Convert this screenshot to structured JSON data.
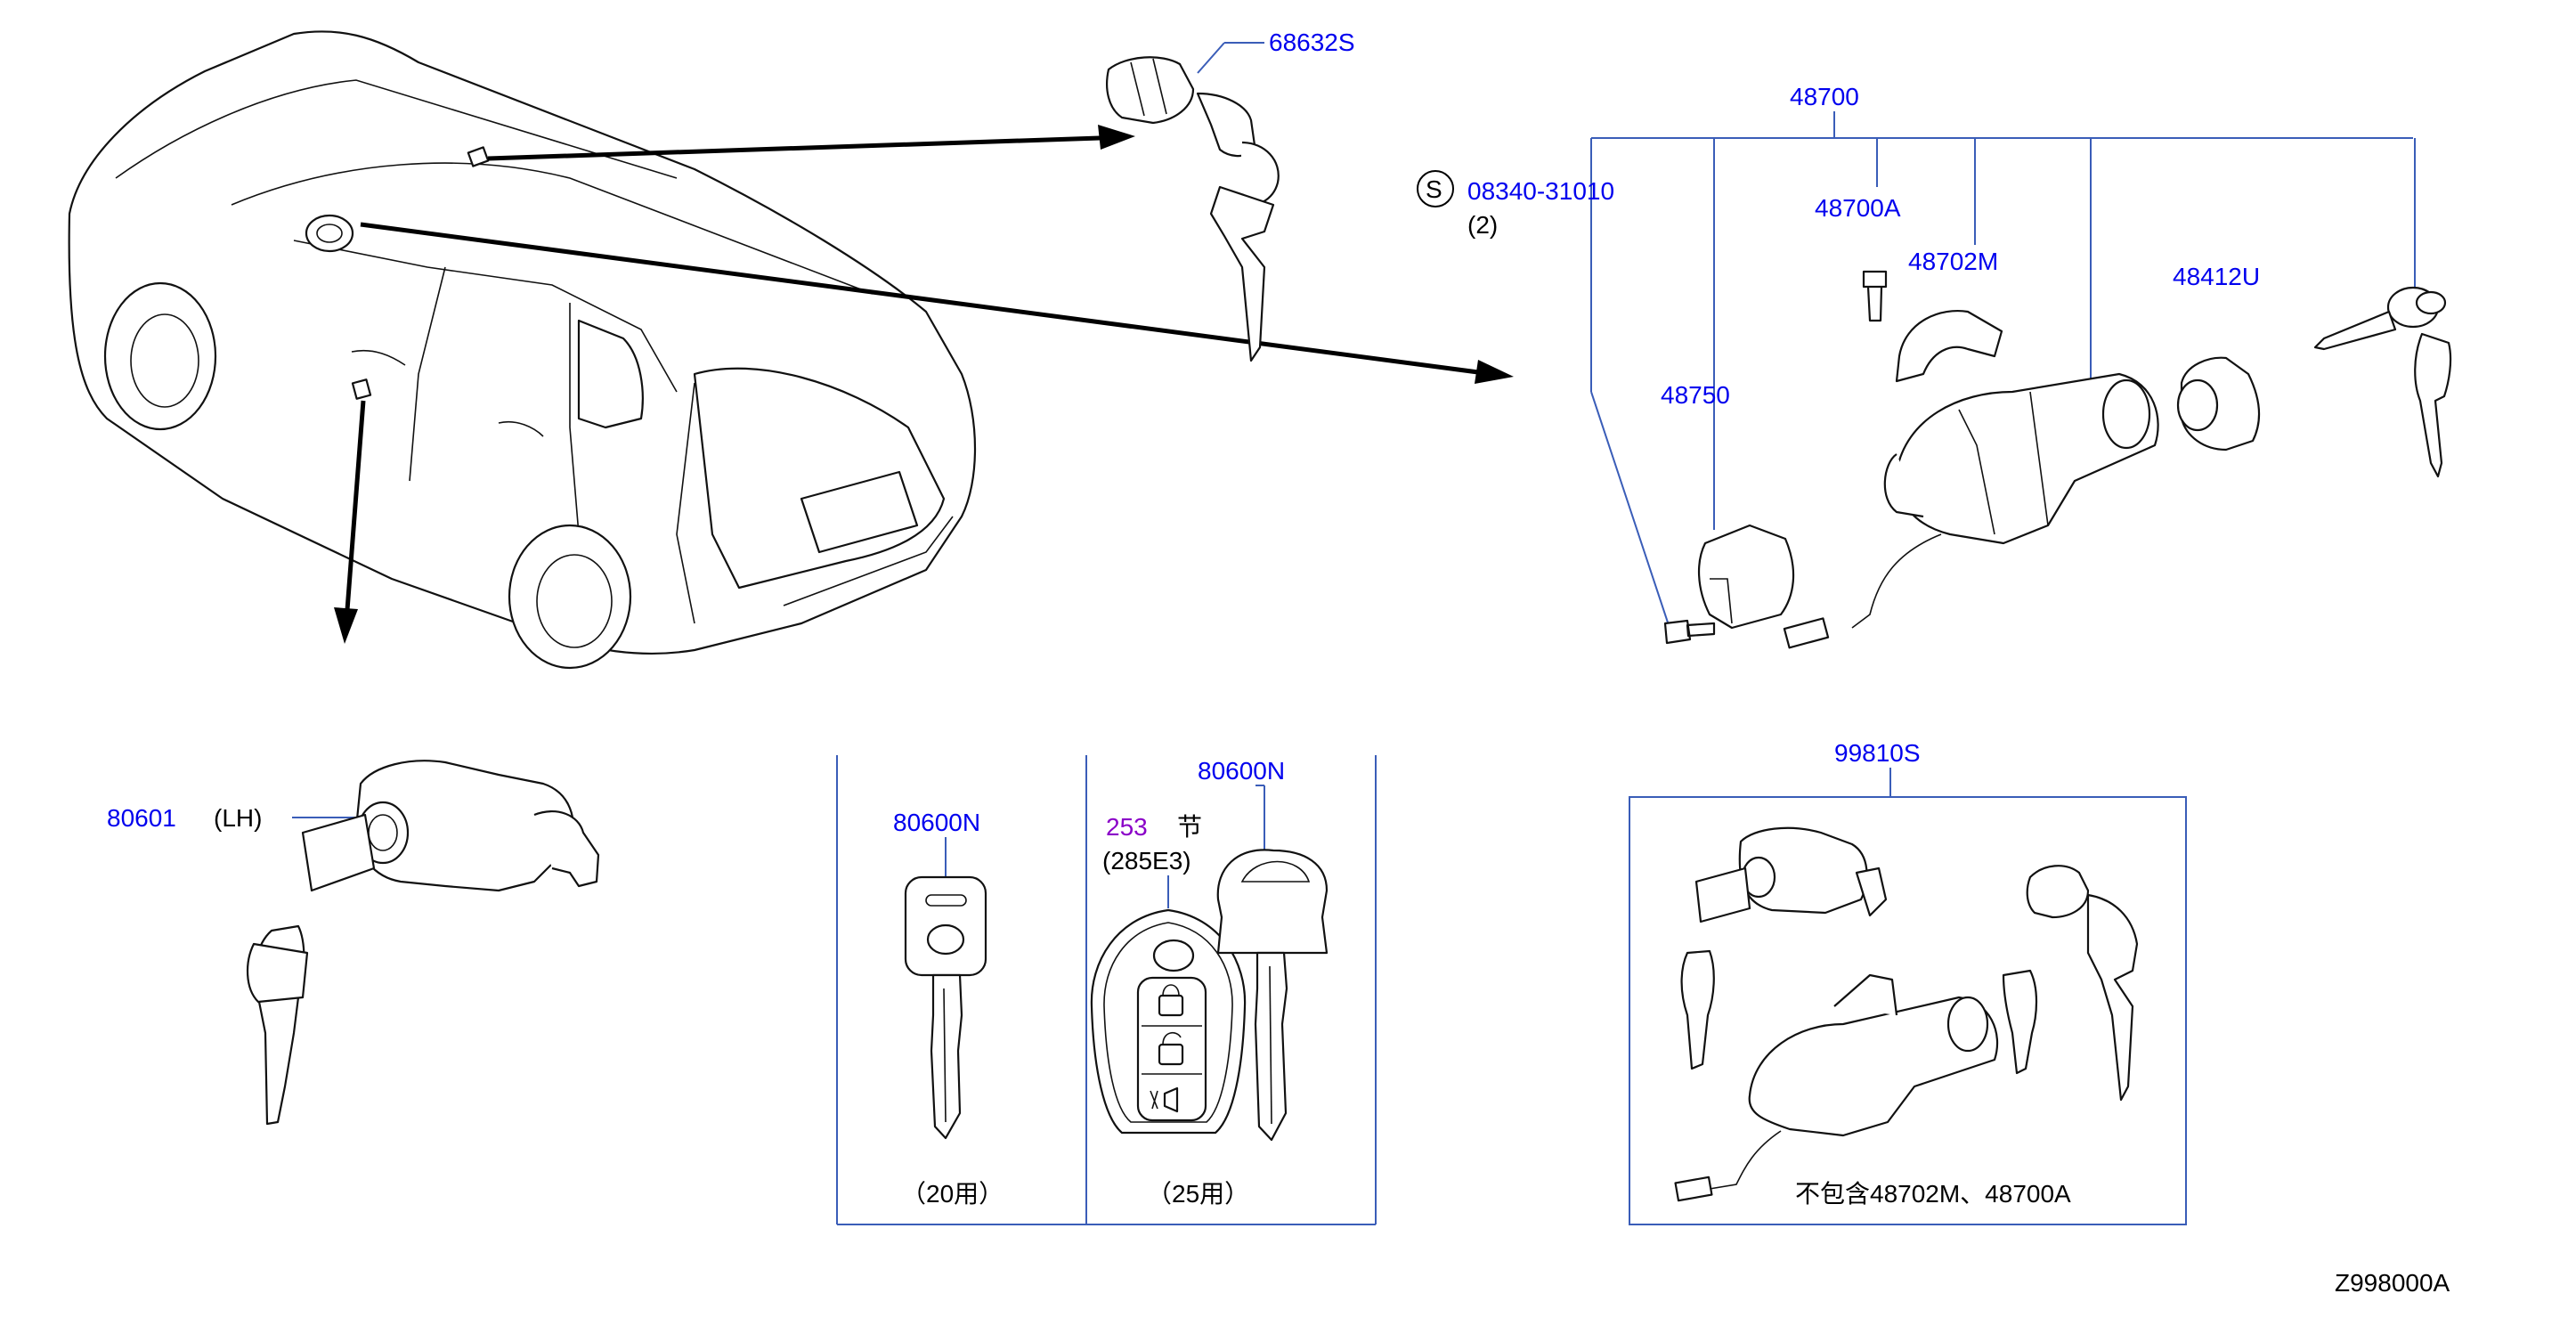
{
  "labels": {
    "p68632S": "68632S",
    "p48700": "48700",
    "s_mark": "S",
    "p08340": "08340-31010",
    "qty2": "(2)",
    "p48700A": "48700A",
    "p48702M": "48702M",
    "p48412U": "48412U",
    "p48750": "48750",
    "p80601": "80601",
    "lh": "(LH)",
    "p80600N_a": "80600N",
    "p80600N_b": "80600N",
    "sec253": "253",
    "jie": "节",
    "p285E3": "(285E3)",
    "use20": "（20用）",
    "use25": "（25用）",
    "p99810S": "99810S",
    "excl": "不包含48702M、48700A",
    "diagram_id": "Z998000A"
  },
  "colors": {
    "part_number": "#0000ee",
    "section_ref": "#8a00c8",
    "leader": "#3a5db8",
    "line_art": "#111111"
  }
}
